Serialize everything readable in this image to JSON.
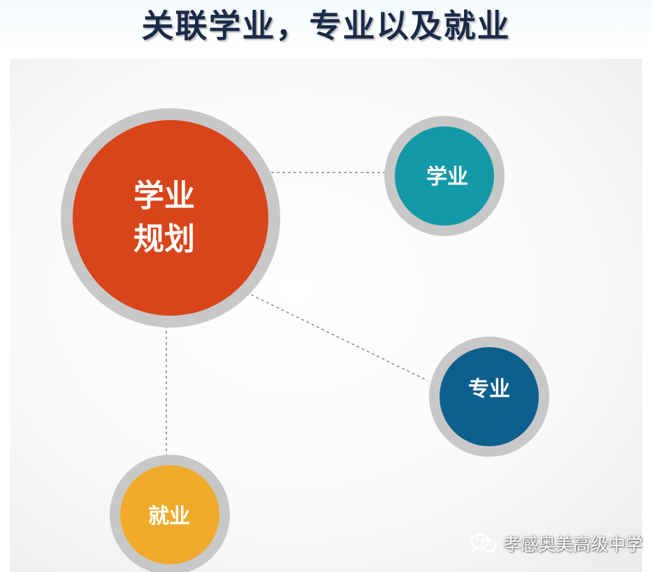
{
  "title": "关联学业，专业以及就业",
  "main_circle": {
    "line1": "学业",
    "line2": "规划",
    "color": "#d8451a"
  },
  "nodes": {
    "xueye": {
      "label": "学业",
      "color": "#1499a9"
    },
    "zhuanye": {
      "label": "专业",
      "color": "#0d5f8e"
    },
    "jiuye": {
      "label": "就业",
      "color": "#f0aa2a"
    }
  },
  "ring_color": "#c8c8c8",
  "watermark": {
    "icon": "wechat-icon",
    "text": "孝感奥美高级中学"
  }
}
